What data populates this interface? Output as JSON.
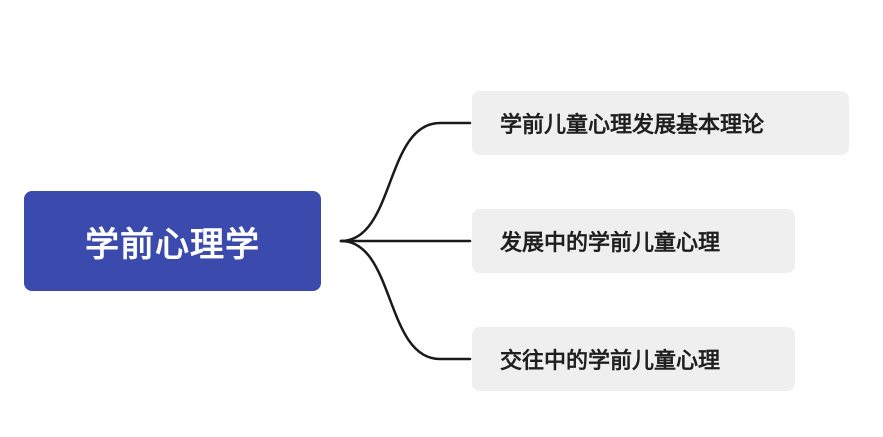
{
  "mindmap": {
    "root": {
      "label": "学前心理学"
    },
    "children": [
      {
        "label": "学前儿童心理发展基本理论"
      },
      {
        "label": "发展中的学前儿童心理"
      },
      {
        "label": "交往中的学前儿童心理"
      }
    ]
  },
  "colors": {
    "root_fill": "#3a4aad",
    "root_text": "#ffffff",
    "child_fill": "#efefef",
    "child_text": "#1f1f1f",
    "connector": "#1a1a1a",
    "background": "#ffffff"
  }
}
